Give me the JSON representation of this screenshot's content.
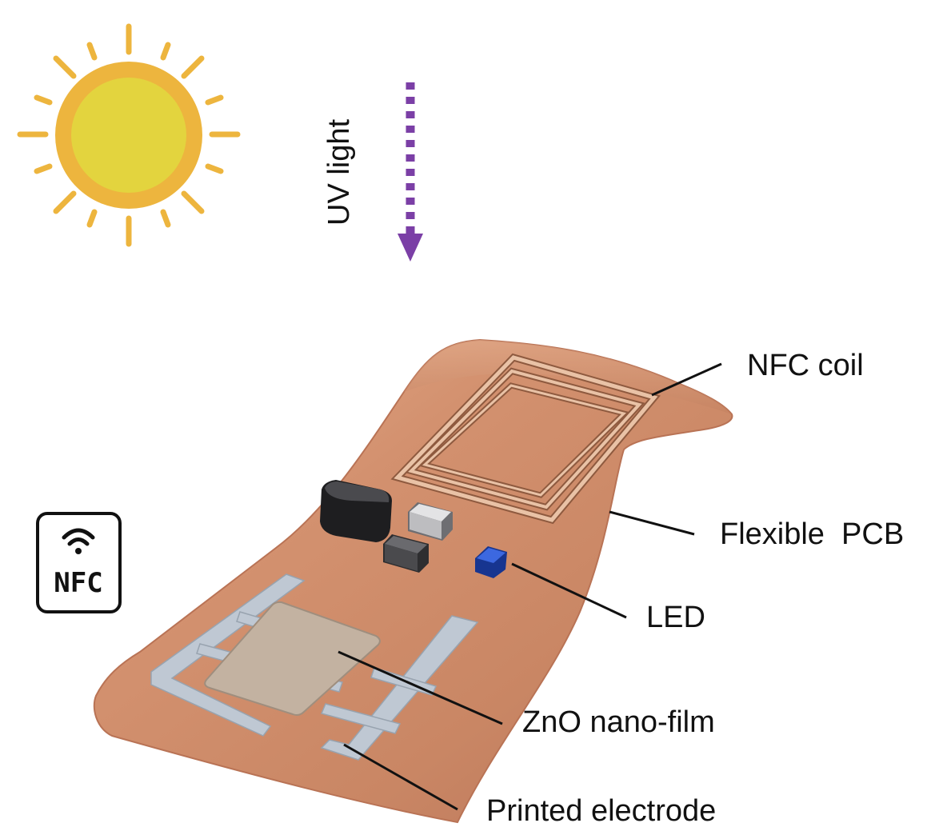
{
  "labels": {
    "uv_light": "UV light",
    "nfc_coil": "NFC coil",
    "flexible_pcb": "Flexible  PCB",
    "led": "LED",
    "zno_film": "ZnO nano-film",
    "printed_electrode": "Printed electrode",
    "nfc_badge": "NFC"
  },
  "icons": {
    "sun": "sun-icon",
    "uv_arrow": "dotted-down-arrow-icon",
    "nfc_badge": "nfc-wifi-badge-icon"
  },
  "colors": {
    "sun_outer": "#EDB53E",
    "sun_inner": "#E3D43E",
    "sun_rays": "#EDB53E",
    "uv_arrow": "#7B3FA6",
    "pcb": "#D49574",
    "pcb_edge": "#B97355",
    "electrode": "#BFC8D3",
    "zno_film": "#C3B2A1",
    "led": "#2346B8",
    "leader_lines": "#111111"
  }
}
